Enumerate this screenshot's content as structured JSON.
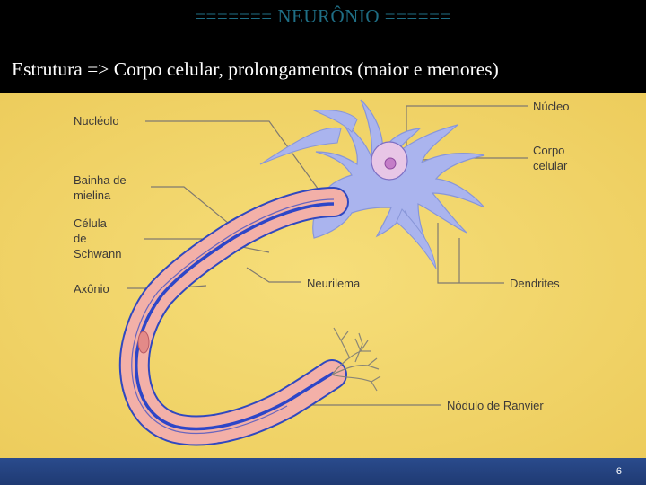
{
  "slide": {
    "title": "======= NEURÔNIO ======",
    "subtitle": "Estrutura => Corpo celular, prolongamentos (maior e menores)",
    "page_number": "6"
  },
  "diagram": {
    "labels": {
      "nucleolo": "Nucléolo",
      "bainha_1": "Bainha de",
      "bainha_2": "mielina",
      "celula_1": "Célula",
      "celula_2": "de",
      "celula_3": "Schwann",
      "axonio": "Axônio",
      "nucleo": "Núcleo",
      "corpo_1": "Corpo",
      "corpo_2": "celular",
      "neurilema": "Neurilema",
      "dendrites": "Dendrites",
      "nodulo": "Nódulo de Ranvier"
    },
    "colors": {
      "background": "#f2d268",
      "cell_body": "#aab4ee",
      "myelin": "#f3b0a8",
      "axon": "#2d46c8",
      "header_bg": "#000000",
      "title_text": "#1f6f86",
      "footer_bar": "#254585"
    }
  }
}
